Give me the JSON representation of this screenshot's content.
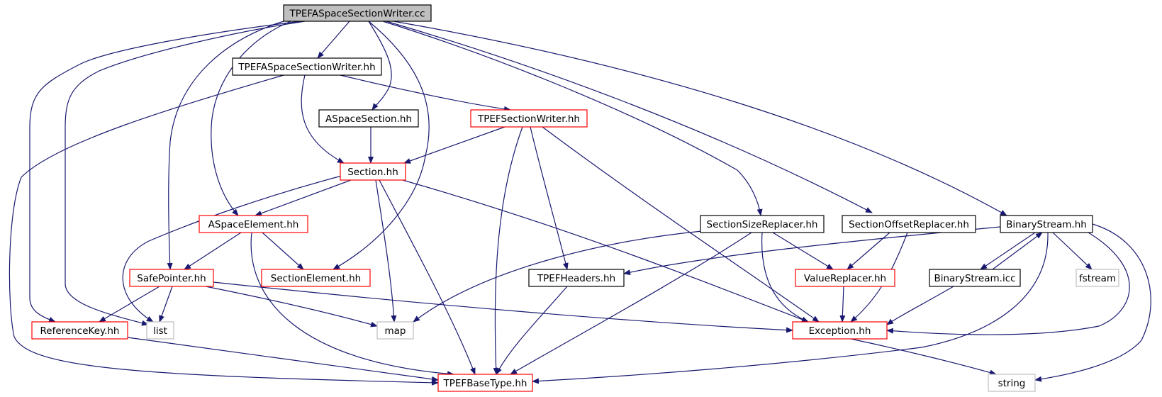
{
  "colors": {
    "edge": "#191970",
    "root_fill": "#bfbfbf",
    "documented_border": "#000000",
    "truncated_border": "#ff0000",
    "external_border": "#bfbfbf",
    "label_text": "#000000",
    "external_text": "#404040"
  },
  "nodes": [
    {
      "id": "root",
      "label": "TPEFASpaceSectionWriter.cc",
      "kind": "root"
    },
    {
      "id": "writer_hh",
      "label": "TPEFASpaceSectionWriter.hh",
      "kind": "documented"
    },
    {
      "id": "aspacesection",
      "label": "ASpaceSection.hh",
      "kind": "documented"
    },
    {
      "id": "tpefsectionwriter",
      "label": "TPEFSectionWriter.hh",
      "kind": "truncated"
    },
    {
      "id": "section",
      "label": "Section.hh",
      "kind": "truncated"
    },
    {
      "id": "aspaceelement",
      "label": "ASpaceElement.hh",
      "kind": "truncated"
    },
    {
      "id": "safepointer",
      "label": "SafePointer.hh",
      "kind": "truncated"
    },
    {
      "id": "sectionelement",
      "label": "SectionElement.hh",
      "kind": "truncated"
    },
    {
      "id": "referencekey",
      "label": "ReferenceKey.hh",
      "kind": "truncated"
    },
    {
      "id": "list",
      "label": "list",
      "kind": "external"
    },
    {
      "id": "map",
      "label": "map",
      "kind": "external"
    },
    {
      "id": "tpefheaders",
      "label": "TPEFHeaders.hh",
      "kind": "documented"
    },
    {
      "id": "sectionsizereplacer",
      "label": "SectionSizeReplacer.hh",
      "kind": "documented"
    },
    {
      "id": "sectionoffsetreplacer",
      "label": "SectionOffsetReplacer.hh",
      "kind": "documented"
    },
    {
      "id": "valuereplacer",
      "label": "ValueReplacer.hh",
      "kind": "truncated"
    },
    {
      "id": "exception",
      "label": "Exception.hh",
      "kind": "truncated"
    },
    {
      "id": "binarystream_hh",
      "label": "BinaryStream.hh",
      "kind": "documented"
    },
    {
      "id": "binarystream_icc",
      "label": "BinaryStream.icc",
      "kind": "documented"
    },
    {
      "id": "fstream",
      "label": "fstream",
      "kind": "external"
    },
    {
      "id": "string",
      "label": "string",
      "kind": "external"
    },
    {
      "id": "tpefbasetype",
      "label": "TPEFBaseType.hh",
      "kind": "truncated"
    }
  ],
  "edges": [
    {
      "from": "root",
      "to": "writer_hh"
    },
    {
      "from": "root",
      "to": "aspacesection"
    },
    {
      "from": "root",
      "to": "aspaceelement"
    },
    {
      "from": "root",
      "to": "safepointer"
    },
    {
      "from": "root",
      "to": "sectionelement"
    },
    {
      "from": "root",
      "to": "referencekey"
    },
    {
      "from": "root",
      "to": "list"
    },
    {
      "from": "root",
      "to": "sectionsizereplacer"
    },
    {
      "from": "root",
      "to": "sectionoffsetreplacer"
    },
    {
      "from": "root",
      "to": "binarystream_hh"
    },
    {
      "from": "writer_hh",
      "to": "tpefsectionwriter"
    },
    {
      "from": "writer_hh",
      "to": "section"
    },
    {
      "from": "writer_hh",
      "to": "tpefbasetype"
    },
    {
      "from": "aspacesection",
      "to": "section"
    },
    {
      "from": "tpefsectionwriter",
      "to": "section"
    },
    {
      "from": "tpefsectionwriter",
      "to": "tpefheaders"
    },
    {
      "from": "tpefsectionwriter",
      "to": "tpefbasetype"
    },
    {
      "from": "tpefsectionwriter",
      "to": "exception"
    },
    {
      "from": "section",
      "to": "aspaceelement"
    },
    {
      "from": "section",
      "to": "list"
    },
    {
      "from": "section",
      "to": "map"
    },
    {
      "from": "section",
      "to": "tpefbasetype"
    },
    {
      "from": "section",
      "to": "exception"
    },
    {
      "from": "aspaceelement",
      "to": "safepointer"
    },
    {
      "from": "aspaceelement",
      "to": "sectionelement"
    },
    {
      "from": "aspaceelement",
      "to": "tpefbasetype"
    },
    {
      "from": "safepointer",
      "to": "referencekey"
    },
    {
      "from": "safepointer",
      "to": "list"
    },
    {
      "from": "safepointer",
      "to": "map"
    },
    {
      "from": "safepointer",
      "to": "exception"
    },
    {
      "from": "referencekey",
      "to": "tpefbasetype"
    },
    {
      "from": "tpefheaders",
      "to": "tpefbasetype"
    },
    {
      "from": "sectionsizereplacer",
      "to": "map"
    },
    {
      "from": "sectionsizereplacer",
      "to": "tpefbasetype"
    },
    {
      "from": "sectionsizereplacer",
      "to": "valuereplacer"
    },
    {
      "from": "sectionsizereplacer",
      "to": "exception"
    },
    {
      "from": "sectionoffsetreplacer",
      "to": "valuereplacer"
    },
    {
      "from": "sectionoffsetreplacer",
      "to": "exception"
    },
    {
      "from": "valuereplacer",
      "to": "exception"
    },
    {
      "from": "binarystream_hh",
      "to": "tpefheaders"
    },
    {
      "from": "binarystream_hh",
      "to": "binarystream_icc"
    },
    {
      "from": "binarystream_hh",
      "to": "fstream"
    },
    {
      "from": "binarystream_hh",
      "to": "string"
    },
    {
      "from": "binarystream_hh",
      "to": "exception"
    },
    {
      "from": "binarystream_hh",
      "to": "tpefbasetype"
    },
    {
      "from": "binarystream_icc",
      "to": "binarystream_hh"
    },
    {
      "from": "binarystream_icc",
      "to": "exception"
    },
    {
      "from": "exception",
      "to": "string"
    }
  ]
}
